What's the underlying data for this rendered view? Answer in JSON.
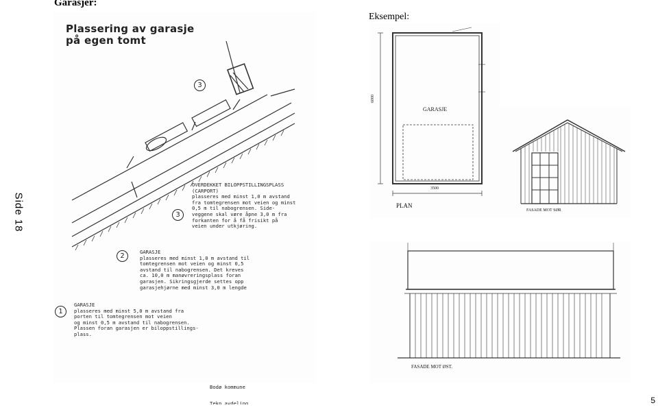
{
  "header": {
    "title": "Garasjer:",
    "example": "Eksempel:"
  },
  "side_label": "Side 18",
  "page_number": "5",
  "site_plan": {
    "title_line1": "Plassering av garasje",
    "title_line2": "på egen tomt",
    "markers": [
      "3",
      "3",
      "2",
      "1"
    ],
    "notes": [
      {
        "number": "3",
        "text": "OVERDEKKET BILOPPSTILLINGSPLASS\n(CARPORT)\nplasseres med minst 1,0 m avstand\nfra tomtegrensen mot veien og minst\n0,5 m til nabogrensen. Side-\nveggene skal være åpne 3,0 m fra\nforkanten for å få frisikt på\nveien under utkjøring."
      },
      {
        "number": "2",
        "text": "GARASJE\nplasseres med minst 1,0 m avstand til\ntomtegrensen mot veien og minst 0,5\navstand til nabogrensen. Det kreves\nca. 10,0 m manøvreringsplass foran\ngarasjen. Sikringsgjerde settes opp\ngarasjehjørne med minst 3,0 m lengde"
      },
      {
        "number": "1",
        "text": "GARASJE\nplasseres med minst 5,0 m avstand fra\nporten til tomtegrensen mot veien\nog minst 0,5 m avstand til nabogrensen.\nPlassen foran garasjen er biloppstillings-\nplass."
      }
    ],
    "footer_line1": "Bodø kommune",
    "footer_line2": "Tekn.avdeling"
  },
  "drawings": {
    "plan_label": "PLAN",
    "garage_label": "GARASJE",
    "dim_width": "3500",
    "dim_length": "6000",
    "facade_south": "FASADE MOT SØR",
    "facade_east": "FASADE MOT ØST."
  }
}
